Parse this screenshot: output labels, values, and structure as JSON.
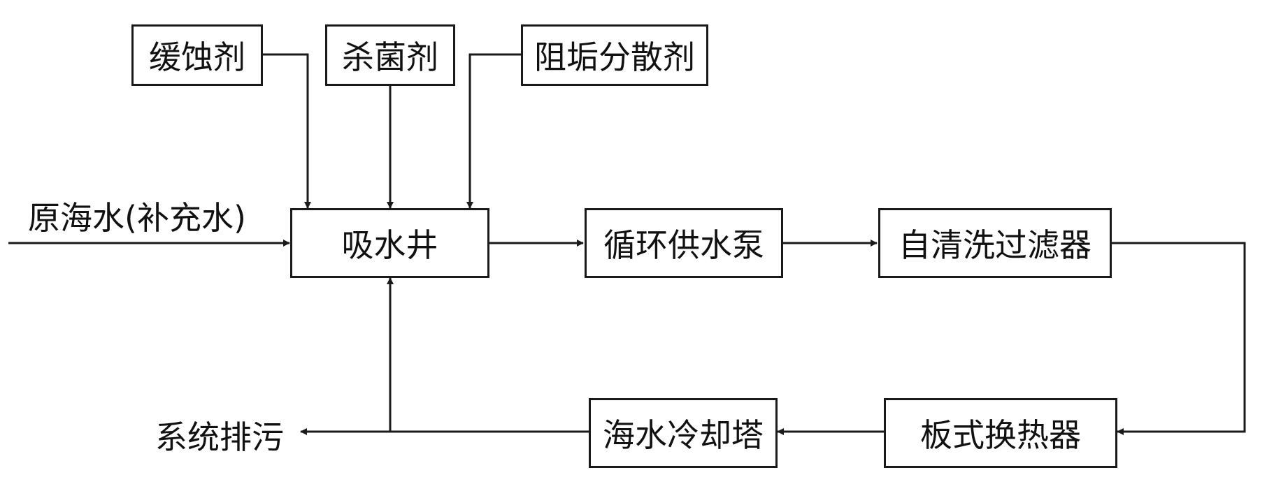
{
  "diagram": {
    "additives": {
      "corrosion_inhibitor": "缓蚀剂",
      "biocide": "杀菌剂",
      "scale_dispersant": "阻垢分散剂"
    },
    "inputs": {
      "raw_seawater": "原海水(补充水)"
    },
    "outputs": {
      "blowdown": "系统排污"
    },
    "nodes": {
      "suction_well": "吸水井",
      "circulation_pump": "循环供水泵",
      "self_cleaning_filter": "自清洗过滤器",
      "plate_heat_exchanger": "板式换热器",
      "seawater_cooling_tower": "海水冷却塔"
    }
  },
  "colors": {
    "line": "#1a1a1a",
    "text": "#111111",
    "background": "#ffffff"
  }
}
